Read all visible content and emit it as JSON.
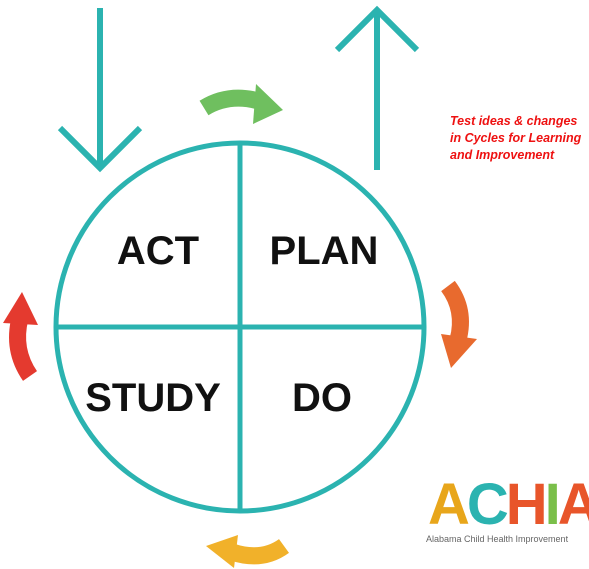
{
  "quadrants": {
    "act": "ACT",
    "plan": "PLAN",
    "study": "STUDY",
    "do": "DO"
  },
  "note": {
    "line1": "Test ideas & changes",
    "line2": "in Cycles for Learning",
    "line3": "and Improvement"
  },
  "logo": {
    "letters": [
      "A",
      "C",
      "H",
      "I",
      "A"
    ],
    "letter_colors": [
      "#e8a61b",
      "#2bb3b0",
      "#e8552a",
      "#7abf4a",
      "#e8552a"
    ],
    "tagline": "Alabama Child Health Improvement"
  },
  "colors": {
    "cycle": "#2bb3b0",
    "arrow_top": "#6fbf5f",
    "arrow_right": "#e86a2e",
    "arrow_bottom": "#f1b12a",
    "arrow_left": "#e43a2f",
    "note_text": "#ee1111"
  },
  "icons": {
    "inflow": "arrow-down-icon",
    "outflow": "arrow-up-icon",
    "cycle_arrows": [
      "curved-arrow-icon",
      "curved-arrow-icon",
      "curved-arrow-icon",
      "curved-arrow-icon"
    ]
  }
}
